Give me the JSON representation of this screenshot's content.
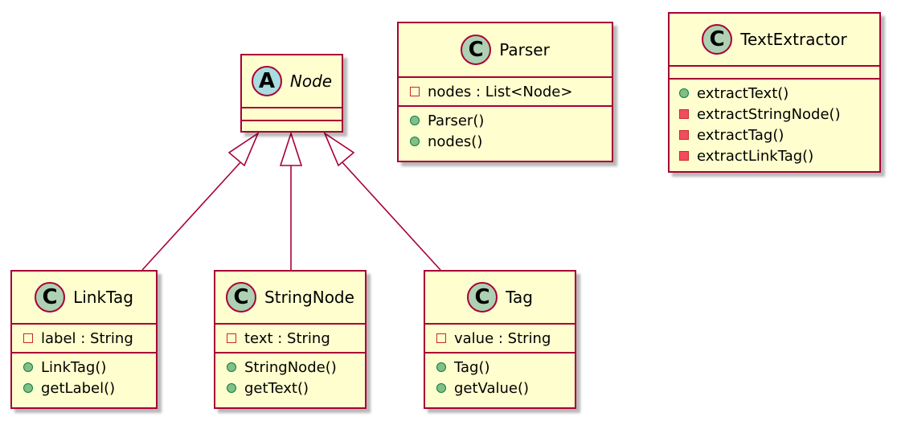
{
  "colors": {
    "class_fill": "#fefece",
    "border": "#a80036",
    "class_badge": "#add1b2",
    "abstract_badge": "#a9dcdf",
    "public_method": "#84be84",
    "private_field": "#c82930",
    "private_method": "#f24d5c"
  },
  "classes": {
    "node": {
      "badge": "A",
      "name": "Node",
      "stereotype": "abstract",
      "fields": [],
      "methods": []
    },
    "parser": {
      "badge": "C",
      "name": "Parser",
      "fields": [
        {
          "visibility": "private",
          "text": "nodes : List<Node>"
        }
      ],
      "methods": [
        {
          "visibility": "public",
          "text": "Parser()"
        },
        {
          "visibility": "public",
          "text": "nodes()"
        }
      ]
    },
    "text_extractor": {
      "badge": "C",
      "name": "TextExtractor",
      "fields": [],
      "methods": [
        {
          "visibility": "public",
          "text": "extractText()"
        },
        {
          "visibility": "private",
          "text": "extractStringNode()"
        },
        {
          "visibility": "private",
          "text": "extractTag()"
        },
        {
          "visibility": "private",
          "text": "extractLinkTag()"
        }
      ]
    },
    "link_tag": {
      "badge": "C",
      "name": "LinkTag",
      "fields": [
        {
          "visibility": "private",
          "text": "label : String"
        }
      ],
      "methods": [
        {
          "visibility": "public",
          "text": "LinkTag()"
        },
        {
          "visibility": "public",
          "text": "getLabel()"
        }
      ]
    },
    "string_node": {
      "badge": "C",
      "name": "StringNode",
      "fields": [
        {
          "visibility": "private",
          "text": "text : String"
        }
      ],
      "methods": [
        {
          "visibility": "public",
          "text": "StringNode()"
        },
        {
          "visibility": "public",
          "text": "getText()"
        }
      ]
    },
    "tag": {
      "badge": "C",
      "name": "Tag",
      "fields": [
        {
          "visibility": "private",
          "text": "value : String"
        }
      ],
      "methods": [
        {
          "visibility": "public",
          "text": "Tag()"
        },
        {
          "visibility": "public",
          "text": "getValue()"
        }
      ]
    }
  },
  "relations": [
    {
      "type": "inheritance",
      "from": "LinkTag",
      "to": "Node"
    },
    {
      "type": "inheritance",
      "from": "StringNode",
      "to": "Node"
    },
    {
      "type": "inheritance",
      "from": "Tag",
      "to": "Node"
    }
  ]
}
